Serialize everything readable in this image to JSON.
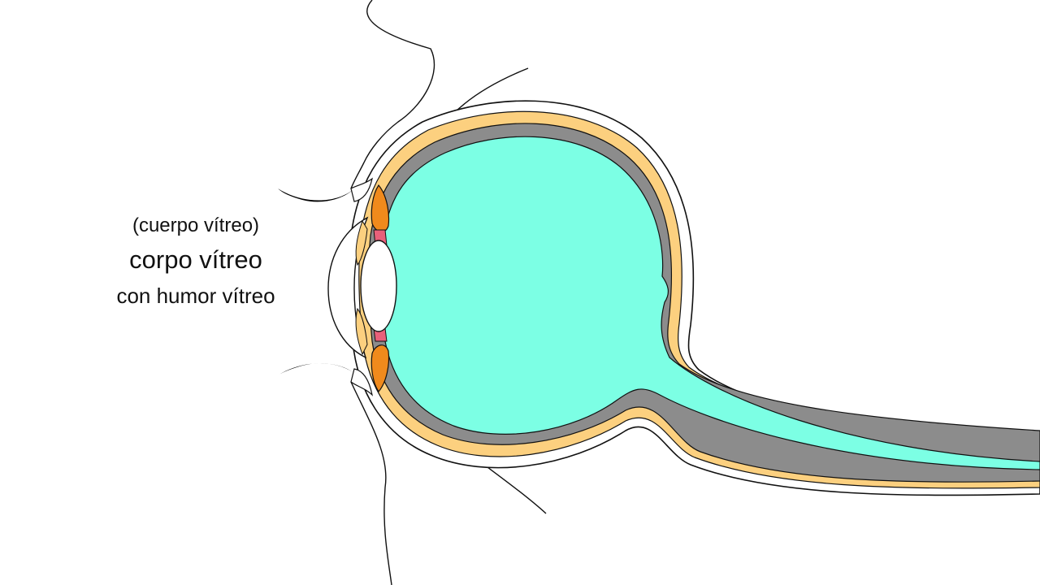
{
  "labels": {
    "translation": "(cuerpo vítreo)",
    "term": "corpo vítreo",
    "subterm": "con humor vítreo"
  },
  "colors": {
    "background": "#ffffff",
    "outline": "#111111",
    "vitreous": "#7cffe4",
    "choroid": "#fcd07f",
    "retina": "#8c8c8c",
    "iris": "#f08a1c",
    "ciliary": "#e8607a",
    "eyelash": "#000000"
  }
}
